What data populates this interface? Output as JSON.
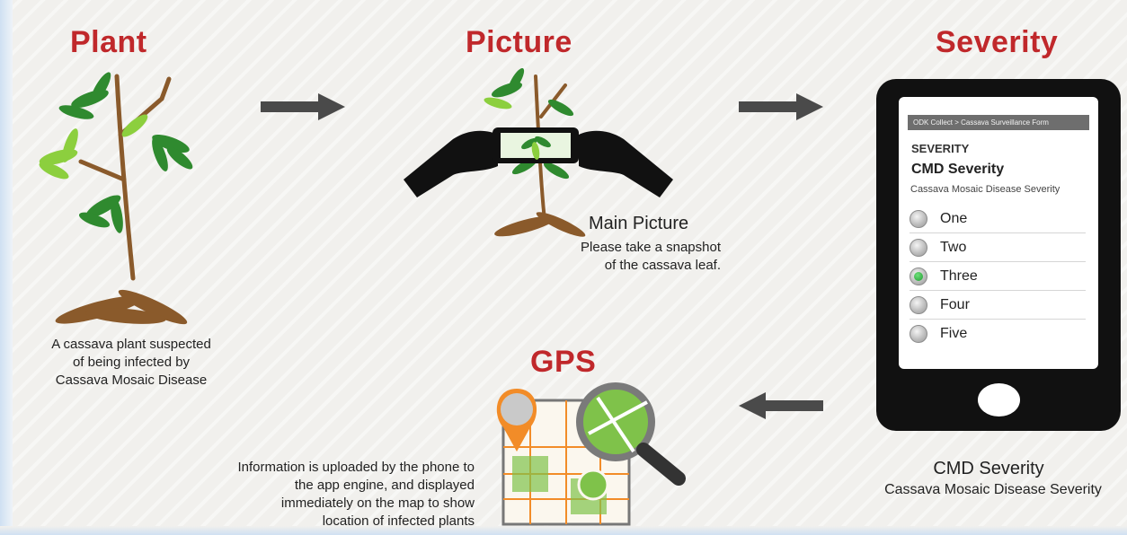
{
  "steps": {
    "plant": {
      "title": "Plant",
      "caption": [
        "A cassava plant suspected",
        "of being infected by",
        "Cassava Mosaic Disease"
      ]
    },
    "picture": {
      "title": "Picture",
      "main_label": "Main Picture",
      "caption": [
        "Please take a snapshot",
        "of the cassava leaf."
      ]
    },
    "severity": {
      "title": "Severity",
      "caption_title": "CMD Severity",
      "caption_sub": "Cassava Mosaic Disease Severity"
    },
    "gps": {
      "title": "GPS",
      "caption": [
        "Information is uploaded by the phone to",
        "the app engine, and displayed",
        "immediately on the map to show",
        "location of infected plants"
      ]
    }
  },
  "phone_screen": {
    "bar": "ODK Collect > Cassava Surveillance Form",
    "label": "SEVERITY",
    "title": "CMD Severity",
    "subtitle": "Cassava Mosaic Disease Severity",
    "options": [
      {
        "label": "One",
        "selected": false
      },
      {
        "label": "Two",
        "selected": false
      },
      {
        "label": "Three",
        "selected": true
      },
      {
        "label": "Four",
        "selected": false
      },
      {
        "label": "Five",
        "selected": false
      }
    ]
  },
  "colors": {
    "heading": "#c0282b",
    "arrow": "#4a4a4a",
    "leaf_dark": "#2f8a2f",
    "leaf_light": "#8ccf3e",
    "root": "#8a5a2b",
    "pin": "#f28c28",
    "map_green": "#7fc24a"
  }
}
